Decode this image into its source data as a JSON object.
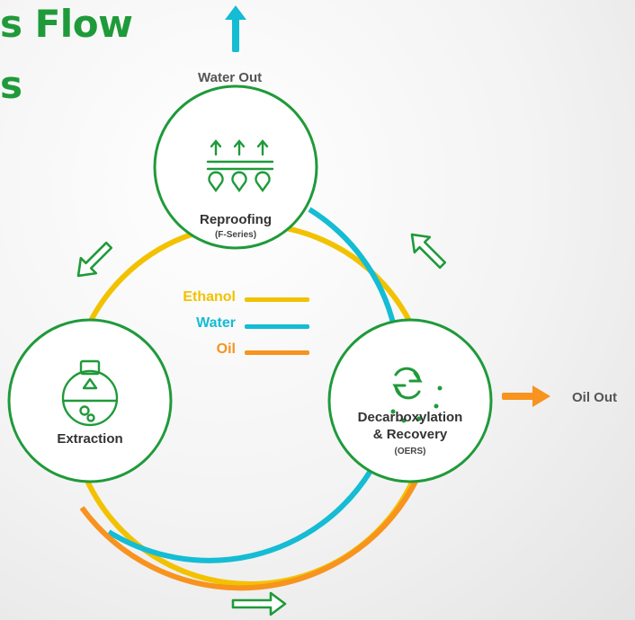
{
  "title": {
    "line1": "s Flow",
    "line2": "s"
  },
  "colors": {
    "green": "#1f9a3a",
    "ethanol": "#f2c200",
    "water": "#14bcd4",
    "oil": "#f7931e",
    "text": "#333333"
  },
  "legend": [
    {
      "label": "Ethanol",
      "color": "#f2c200"
    },
    {
      "label": "Water",
      "color": "#14bcd4"
    },
    {
      "label": "Oil",
      "color": "#f7931e"
    }
  ],
  "nodes": {
    "reproofing": {
      "name": "Reproofing",
      "sub": "(F-Series)",
      "icon": "distillation-icon"
    },
    "extraction": {
      "name": "Extraction",
      "icon": "flask-icon"
    },
    "decarb": {
      "name_line1": "Decarboxylation",
      "name_line2": "& Recovery",
      "sub": "(OERS)",
      "icon": "recycle-icon"
    }
  },
  "outputs": {
    "water_out": {
      "label": "Water Out",
      "color": "#14bcd4"
    },
    "oil_out": {
      "label": "Oil Out",
      "color": "#f7931e"
    }
  },
  "flow_arrows": [
    "arrow-to-extraction",
    "arrow-to-reproofing",
    "arrow-to-decarb"
  ]
}
